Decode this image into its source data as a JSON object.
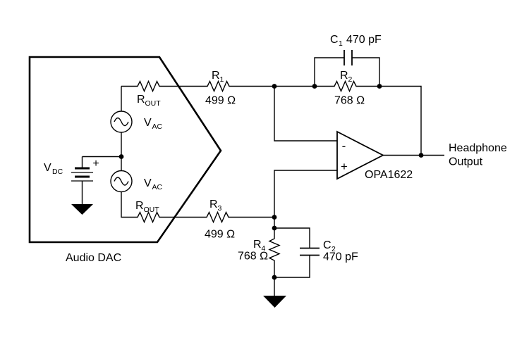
{
  "diagram": {
    "dac_label": "Audio DAC",
    "vdc": {
      "sym": "V",
      "sub": "DC"
    },
    "battery_plus": "+",
    "vac_top": {
      "sym": "V",
      "sub": "AC"
    },
    "vac_bottom": {
      "sym": "V",
      "sub": "AC"
    },
    "rout_top": {
      "sym": "R",
      "sub": "OUT"
    },
    "rout_bottom": {
      "sym": "R",
      "sub": "OUT"
    },
    "r1": {
      "sym": "R",
      "sub": "1",
      "value": "499 Ω"
    },
    "r2": {
      "sym": "R",
      "sub": "2",
      "value": "768 Ω"
    },
    "r3": {
      "sym": "R",
      "sub": "3",
      "value": "499 Ω"
    },
    "r4": {
      "sym": "R",
      "sub": "4",
      "value": "768 Ω"
    },
    "c1": {
      "sym": "C",
      "sub": "1",
      "value": "470 pF"
    },
    "c2": {
      "sym": "C",
      "sub": "2",
      "value": "470 pF"
    },
    "opamp": {
      "name": "OPA1622",
      "minus": "-",
      "plus": "+"
    },
    "output": {
      "line1": "Headphone",
      "line2": "Output"
    },
    "colors": {
      "line": "#000000",
      "background": "#ffffff"
    }
  }
}
